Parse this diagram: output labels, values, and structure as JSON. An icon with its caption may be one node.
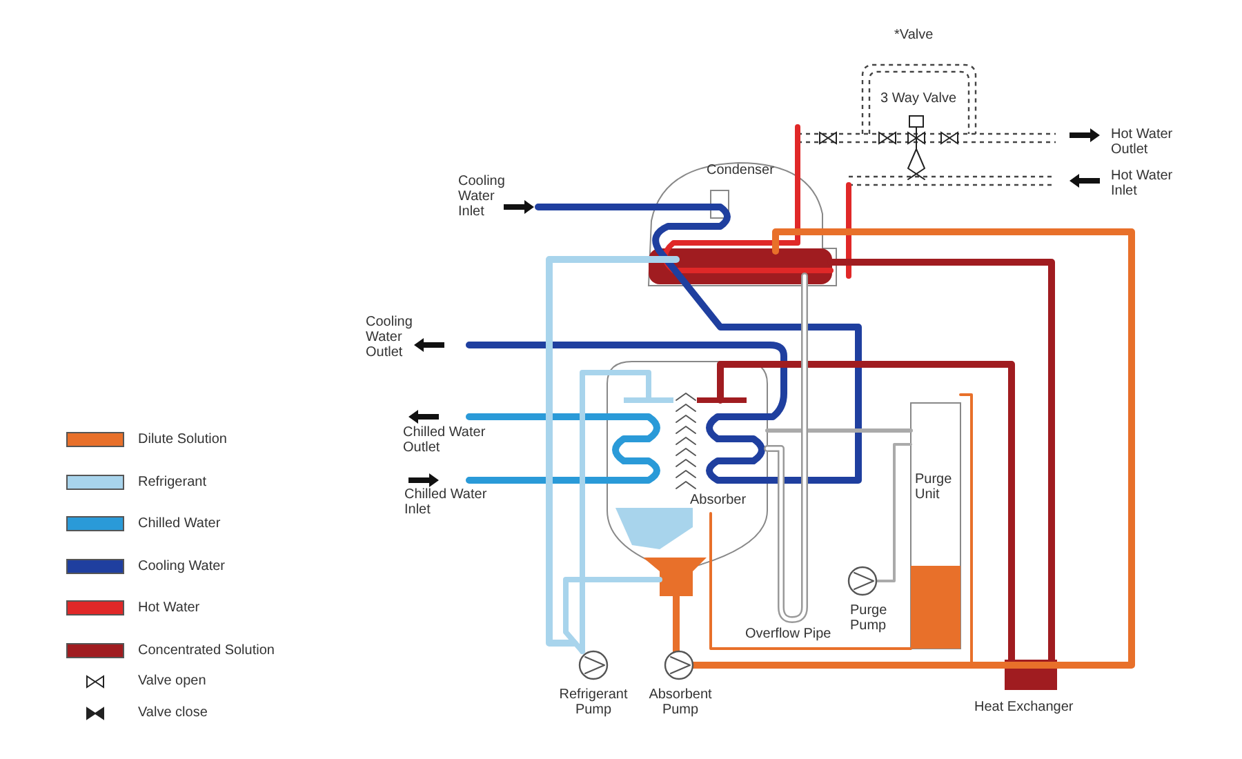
{
  "diagram": {
    "labels": [
      "*Valve",
      "3 Way Valve",
      "Hot Water Outlet",
      "Cooling Water Inlet",
      "Condenser",
      "Hot Water Inlet",
      "Cooling Water Outlet",
      "Chilled Water Outlet",
      "Purge Unit",
      "Chilled Water Inlet",
      "Absorber",
      "Overflow Pipe",
      "Purge Pump",
      "Refrigerant Pump",
      "Absorbent Pump",
      "Heat Exchanger"
    ],
    "legend": [
      {
        "text": "Dilute Solution",
        "color": "#e8702a"
      },
      {
        "text": "Refrigerant",
        "color": "#a8d4ec"
      },
      {
        "text": "Chilled Water",
        "color": "#2a9ad8"
      },
      {
        "text": "Cooling Water",
        "color": "#1f3f9f"
      },
      {
        "text": "Hot Water",
        "color": "#e02828"
      },
      {
        "text": "Concentrated Solution",
        "color": "#a01c20"
      },
      {
        "text": "Valve open"
      },
      {
        "text": "Valve close"
      }
    ]
  }
}
